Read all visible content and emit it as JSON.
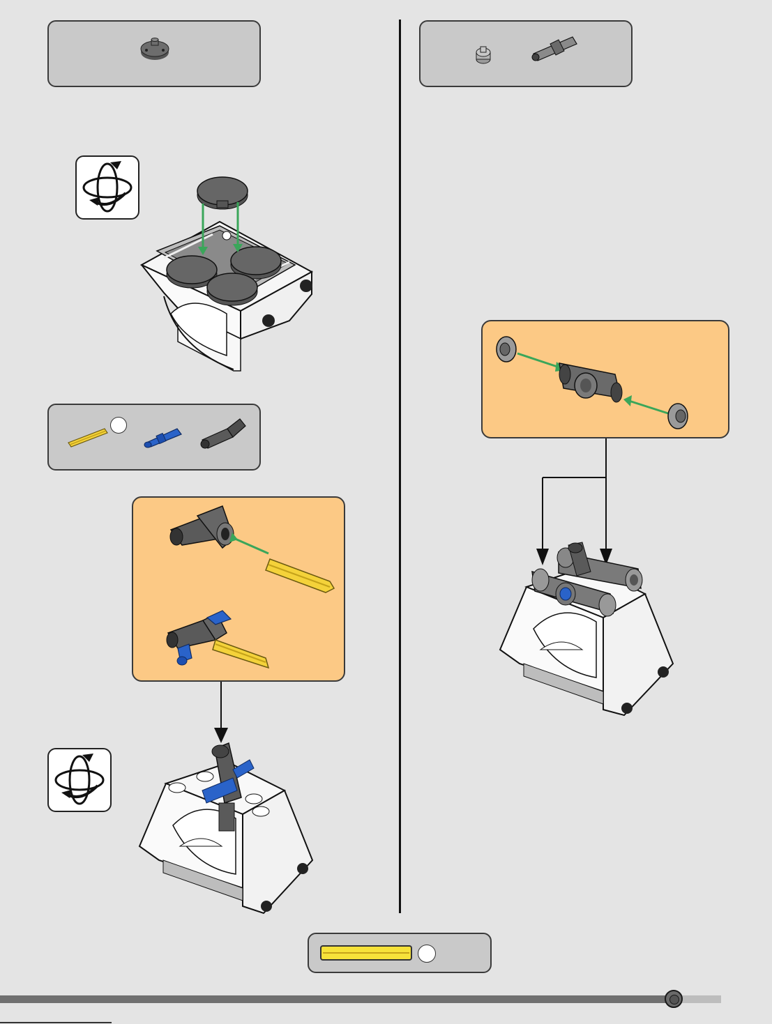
{
  "page": {
    "divider": "vertical",
    "accent_green": "#3aa65a",
    "parts_panel_color": "#c9c9c9",
    "subassembly_color": "#fcc985"
  },
  "steps": [
    {
      "parts": [
        {
          "icon": "round-plate-2x2-dark-gray",
          "qty": ""
        }
      ],
      "rotate_icon": "rotate-model-icon"
    },
    {
      "parts": [
        {
          "icon": "technic-axle-yellow",
          "qty": ""
        },
        {
          "icon": "technic-pin-blue",
          "qty": ""
        },
        {
          "icon": "technic-angle-connector-dark-gray",
          "qty": ""
        }
      ],
      "rotate_icon": "rotate-model-icon"
    },
    {
      "parts": [
        {
          "icon": "technic-bush-light-gray",
          "qty": ""
        },
        {
          "icon": "technic-angle-connector-dark-gray",
          "qty": ""
        }
      ]
    }
  ],
  "axle_scale": {
    "icon": "axle-length-ruler",
    "qty": ""
  },
  "footer": {
    "progress": 0.87
  }
}
